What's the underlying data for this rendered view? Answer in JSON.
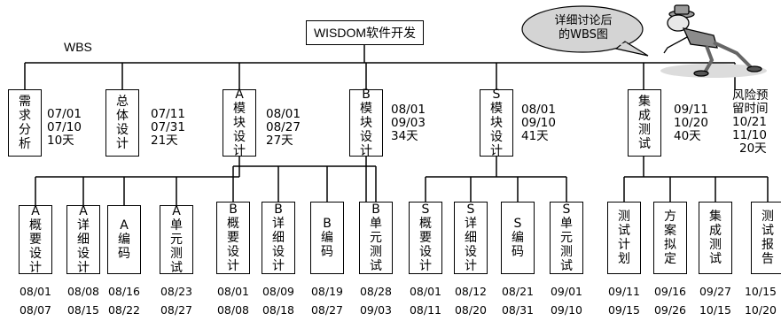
{
  "title": "WISDOM软件开发",
  "wbs_label": "WBS",
  "bubble_text": [
    "详细讨论后",
    "的WBS图"
  ],
  "phases": [
    {
      "label": "需求分析",
      "start": "07/01",
      "end": "07/10",
      "duration": "10天"
    },
    {
      "label": "总体设计",
      "start": "07/11",
      "end": "07/31",
      "duration": "21天"
    },
    {
      "label": "A模块设计",
      "start": "08/01",
      "end": "08/27",
      "duration": "27天"
    },
    {
      "label": "B模块设计",
      "start": "08/01",
      "end": "09/03",
      "duration": "34天"
    },
    {
      "label": "S模块设计",
      "start": "08/01",
      "end": "09/10",
      "duration": "41天"
    },
    {
      "label": "集成测试",
      "start": "09/11",
      "end": "10/20",
      "duration": "40天"
    }
  ],
  "risk_reserve": {
    "label": [
      "风险预",
      "留时间"
    ],
    "start": "10/21",
    "end": "11/10",
    "duration": "20天"
  },
  "tasks": [
    {
      "label": "A概要设计",
      "start": "08/01",
      "end": "08/07"
    },
    {
      "label": "A详细设计",
      "start": "08/08",
      "end": "08/15"
    },
    {
      "label": "A编码",
      "start": "08/16",
      "end": "08/22"
    },
    {
      "label": "A单元测试",
      "start": "08/23",
      "end": "08/27"
    },
    {
      "label": "B概要设计",
      "start": "08/01",
      "end": "08/08"
    },
    {
      "label": "B详细设计",
      "start": "08/09",
      "end": "08/18"
    },
    {
      "label": "B编码",
      "start": "08/19",
      "end": "08/27"
    },
    {
      "label": "B单元测试",
      "start": "08/28",
      "end": "09/03"
    },
    {
      "label": "S概要设计",
      "start": "08/01",
      "end": "08/11"
    },
    {
      "label": "S详细设计",
      "start": "08/12",
      "end": "08/20"
    },
    {
      "label": "S编码",
      "start": "08/21",
      "end": "08/31"
    },
    {
      "label": "S单元测试",
      "start": "09/01",
      "end": "09/10"
    },
    {
      "label": "测试计划",
      "start": "09/11",
      "end": "09/15"
    },
    {
      "label": "方案拟定",
      "start": "09/16",
      "end": "09/26"
    },
    {
      "label": "集成测试",
      "start": "09/27",
      "end": "10/15"
    },
    {
      "label": "测试报告",
      "start": "10/15",
      "end": "10/20"
    }
  ]
}
